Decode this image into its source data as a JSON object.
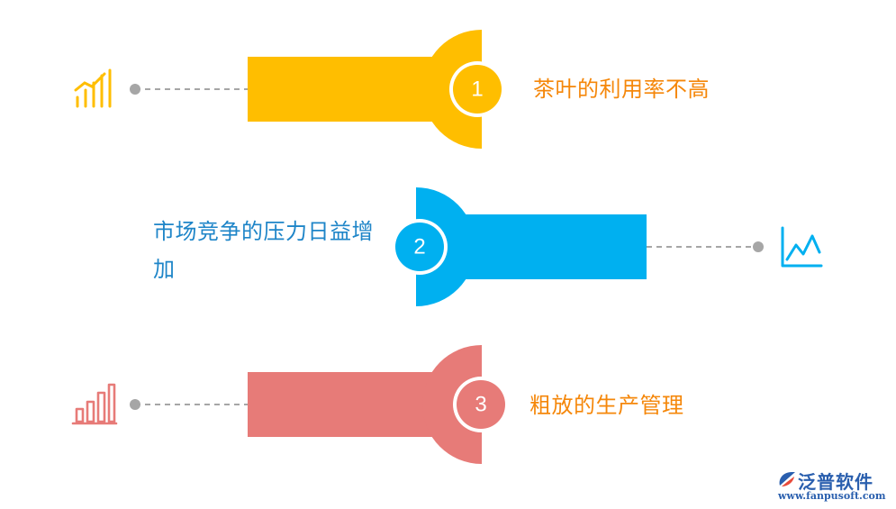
{
  "items": [
    {
      "number": "1",
      "text": "茶叶的利用率不高",
      "color": "#FFBE00",
      "label_color": "#F5870A",
      "icon": "signal-bars-icon"
    },
    {
      "number": "2",
      "text": "市场竞争的压力日益增加",
      "color": "#00B0F0",
      "label_color": "#1E85C8",
      "icon": "line-chart-icon"
    },
    {
      "number": "3",
      "text": "粗放的生产管理",
      "color": "#E77B78",
      "label_color": "#F5870A",
      "icon": "bar-chart-icon"
    }
  ],
  "connector_color": "#A6A6A6",
  "logo": {
    "name": "泛普软件",
    "url": "www.fanpusoft.com",
    "color": "#2A5FAE"
  }
}
